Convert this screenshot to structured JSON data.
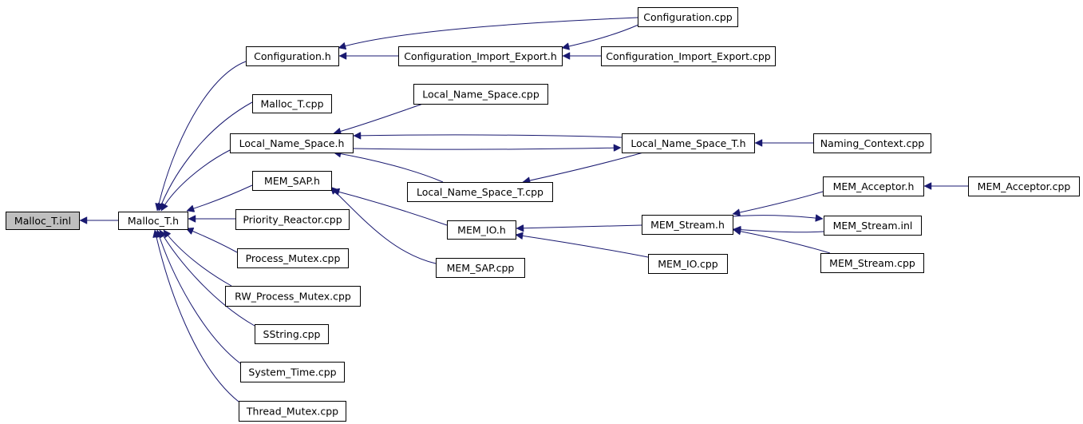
{
  "nodes": [
    {
      "id": "malloc_t_inl",
      "label": "Malloc_T.inl",
      "root": true
    },
    {
      "id": "malloc_t_h",
      "label": "Malloc_T.h"
    },
    {
      "id": "configuration_h",
      "label": "Configuration.h"
    },
    {
      "id": "malloc_t_cpp",
      "label": "Malloc_T.cpp"
    },
    {
      "id": "local_name_space_h",
      "label": "Local_Name_Space.h"
    },
    {
      "id": "mem_sap_h",
      "label": "MEM_SAP.h"
    },
    {
      "id": "priority_reactor_cpp",
      "label": "Priority_Reactor.cpp"
    },
    {
      "id": "process_mutex_cpp",
      "label": "Process_Mutex.cpp"
    },
    {
      "id": "rw_process_mutex_cpp",
      "label": "RW_Process_Mutex.cpp"
    },
    {
      "id": "sstring_cpp",
      "label": "SString.cpp"
    },
    {
      "id": "system_time_cpp",
      "label": "System_Time.cpp"
    },
    {
      "id": "thread_mutex_cpp",
      "label": "Thread_Mutex.cpp"
    },
    {
      "id": "configuration_cpp",
      "label": "Configuration.cpp"
    },
    {
      "id": "configuration_import_export_h",
      "label": "Configuration_Import_Export.h"
    },
    {
      "id": "configuration_import_export_cpp",
      "label": "Configuration_Import_Export.cpp"
    },
    {
      "id": "local_name_space_cpp",
      "label": "Local_Name_Space.cpp"
    },
    {
      "id": "local_name_space_t_h",
      "label": "Local_Name_Space_T.h"
    },
    {
      "id": "local_name_space_t_cpp",
      "label": "Local_Name_Space_T.cpp"
    },
    {
      "id": "naming_context_cpp",
      "label": "Naming_Context.cpp"
    },
    {
      "id": "mem_io_h",
      "label": "MEM_IO.h"
    },
    {
      "id": "mem_sap_cpp",
      "label": "MEM_SAP.cpp"
    },
    {
      "id": "mem_stream_h",
      "label": "MEM_Stream.h"
    },
    {
      "id": "mem_io_cpp",
      "label": "MEM_IO.cpp"
    },
    {
      "id": "mem_acceptor_h",
      "label": "MEM_Acceptor.h"
    },
    {
      "id": "mem_acceptor_cpp",
      "label": "MEM_Acceptor.cpp"
    },
    {
      "id": "mem_stream_inl",
      "label": "MEM_Stream.inl"
    },
    {
      "id": "mem_stream_cpp",
      "label": "MEM_Stream.cpp"
    }
  ],
  "edges": [
    {
      "from": "malloc_t_h",
      "to": "malloc_t_inl"
    },
    {
      "from": "configuration_h",
      "to": "malloc_t_h"
    },
    {
      "from": "malloc_t_cpp",
      "to": "malloc_t_h"
    },
    {
      "from": "local_name_space_h",
      "to": "malloc_t_h"
    },
    {
      "from": "mem_sap_h",
      "to": "malloc_t_h"
    },
    {
      "from": "priority_reactor_cpp",
      "to": "malloc_t_h"
    },
    {
      "from": "process_mutex_cpp",
      "to": "malloc_t_h"
    },
    {
      "from": "rw_process_mutex_cpp",
      "to": "malloc_t_h"
    },
    {
      "from": "sstring_cpp",
      "to": "malloc_t_h"
    },
    {
      "from": "system_time_cpp",
      "to": "malloc_t_h"
    },
    {
      "from": "thread_mutex_cpp",
      "to": "malloc_t_h"
    },
    {
      "from": "configuration_cpp",
      "to": "configuration_h"
    },
    {
      "from": "configuration_import_export_h",
      "to": "configuration_h"
    },
    {
      "from": "configuration_cpp",
      "to": "configuration_import_export_h"
    },
    {
      "from": "configuration_import_export_cpp",
      "to": "configuration_import_export_h"
    },
    {
      "from": "local_name_space_cpp",
      "to": "local_name_space_h"
    },
    {
      "from": "local_name_space_t_h",
      "to": "local_name_space_h"
    },
    {
      "from": "local_name_space_h",
      "to": "local_name_space_t_h"
    },
    {
      "from": "local_name_space_t_cpp",
      "to": "local_name_space_h"
    },
    {
      "from": "local_name_space_t_h",
      "to": "local_name_space_t_cpp"
    },
    {
      "from": "naming_context_cpp",
      "to": "local_name_space_t_h"
    },
    {
      "from": "mem_io_h",
      "to": "mem_sap_h"
    },
    {
      "from": "mem_sap_cpp",
      "to": "mem_sap_h"
    },
    {
      "from": "mem_stream_h",
      "to": "mem_io_h"
    },
    {
      "from": "mem_io_cpp",
      "to": "mem_io_h"
    },
    {
      "from": "mem_acceptor_h",
      "to": "mem_stream_h"
    },
    {
      "from": "mem_stream_inl",
      "to": "mem_stream_h"
    },
    {
      "from": "mem_stream_h",
      "to": "mem_stream_inl"
    },
    {
      "from": "mem_stream_cpp",
      "to": "mem_stream_h"
    },
    {
      "from": "mem_acceptor_cpp",
      "to": "mem_acceptor_h"
    }
  ]
}
